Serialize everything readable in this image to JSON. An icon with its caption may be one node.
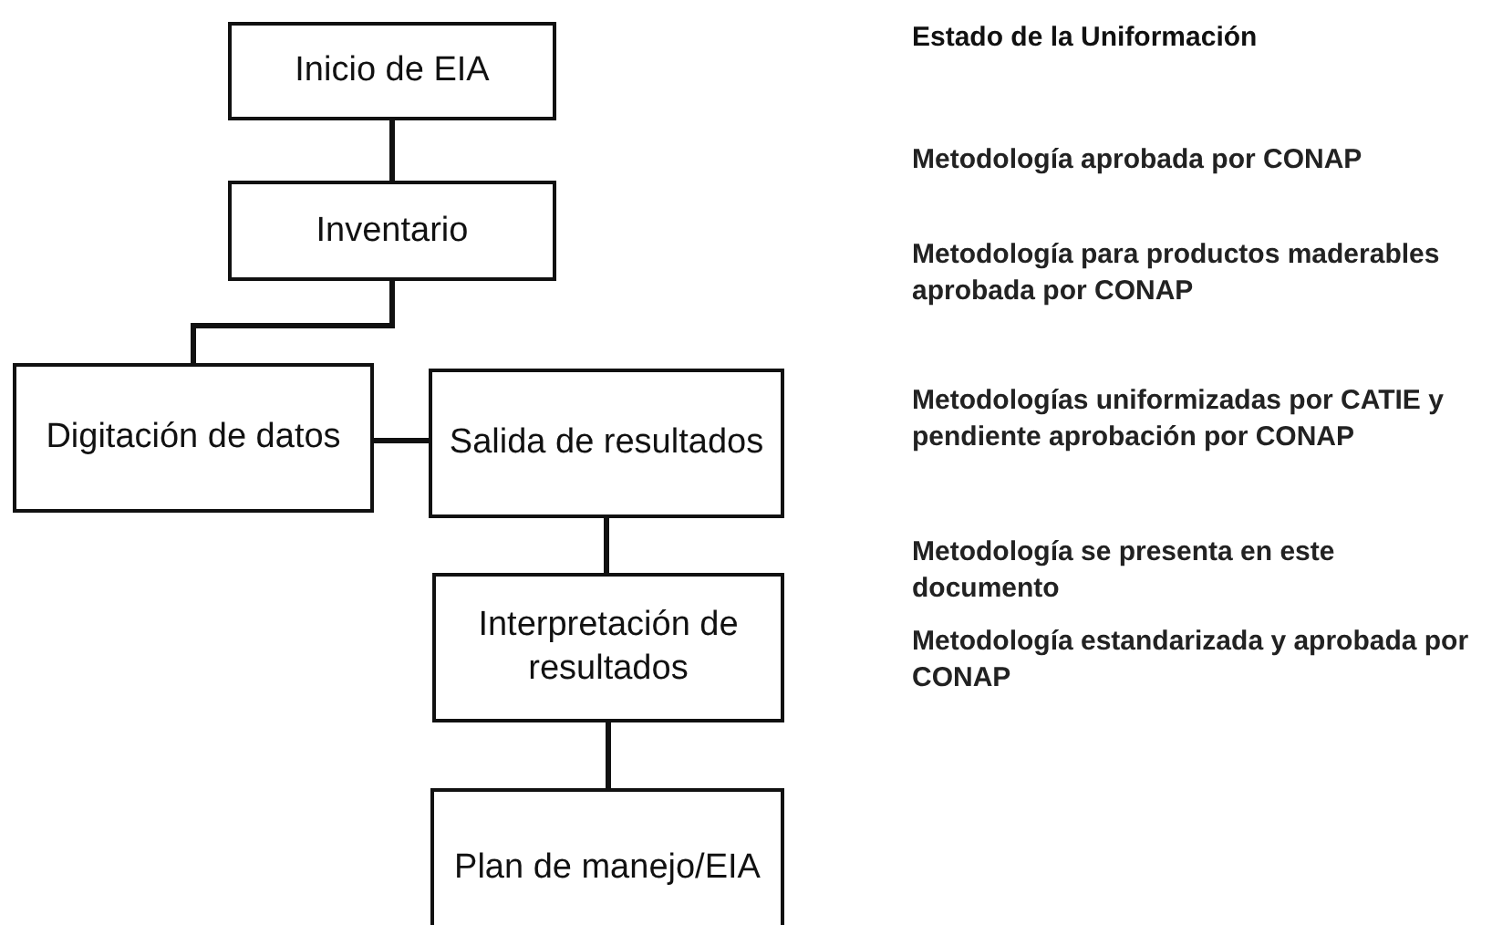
{
  "diagram": {
    "title": "Estado de la Uniformación",
    "nodes": [
      {
        "text": [
          "Inicio de EIA"
        ]
      },
      {
        "text": [
          "Inventario"
        ]
      },
      {
        "text": [
          "Digitación de datos"
        ]
      },
      {
        "text": [
          "Salida de resultados"
        ]
      },
      {
        "text": [
          "Interpretación de resultados"
        ]
      },
      {
        "text": [
          "Plan de manejo/EIA"
        ]
      }
    ],
    "edges": [
      {
        "from": 0,
        "to": 1,
        "arrow": "none"
      },
      {
        "from": 1,
        "to": 2,
        "arrow": "none"
      },
      {
        "from": 2,
        "to": 3,
        "arrow": "none"
      },
      {
        "from": 3,
        "to": 4,
        "arrow": "none"
      },
      {
        "from": 4,
        "to": 5,
        "arrow": "none"
      }
    ],
    "labels": [
      "Metodología aprobada por CONAP",
      "Metodología para productos maderables aprobada por CONAP",
      "Metodologías uniformizadas por CATIE y pendiente aprobación por CONAP",
      "Metodología se presenta en este documento",
      "Metodología estandarizada y aprobada por CONAP"
    ]
  }
}
